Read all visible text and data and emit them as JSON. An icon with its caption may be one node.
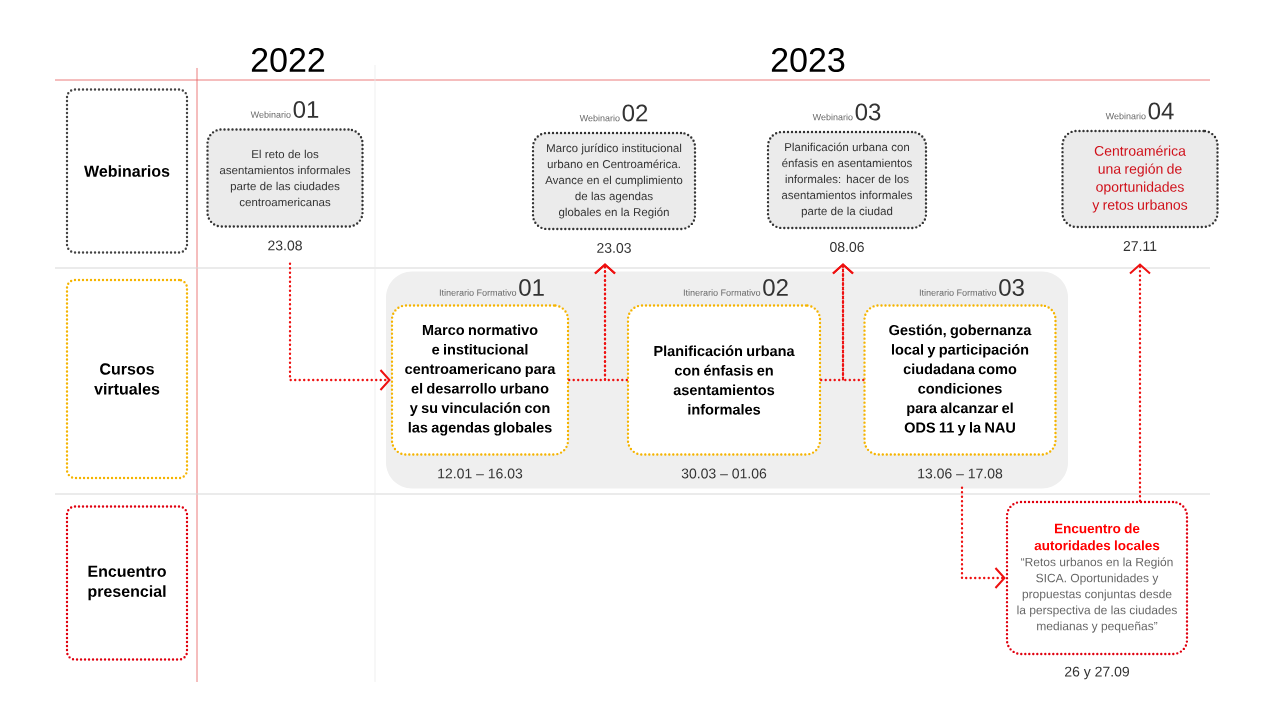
{
  "diagram": {
    "nodes": [
      {
        "text": [
          "Webinarios"
        ]
      },
      {
        "text": [
          "Cursos virtuales"
        ]
      },
      {
        "text": [
          "Encuentro presencial"
        ]
      },
      {
        "text": [
          "Webinario",
          "01",
          "El reto de los asentamientos informales parte de las ciudades centroamericanas"
        ],
        "beside": [
          "23.08"
        ]
      },
      {
        "text": [
          "Webinario",
          "02",
          "Marco jurídico institucional urbano en Centroamérica. Avance en el cumplimiento de las agendas globales en la Región"
        ],
        "beside": [
          "23.03"
        ]
      },
      {
        "text": [
          "Webinario",
          "03",
          "Planificación urbana con énfasis en asentamientos informales: hacer de los asentamientos informales parte de la ciudad"
        ],
        "beside": [
          "08.06"
        ]
      },
      {
        "text": [
          "Webinario",
          "04",
          "Centroamérica una región de oportunidades y retos urbanos"
        ],
        "beside": [
          "27.11"
        ]
      },
      {
        "text": [],
        "shape": "box"
      },
      {
        "text": [
          "Itinerario Formativo",
          "01",
          "Marco normativo e institucional centroamericano para el desarrollo urbano y su vinculación con las agendas globales"
        ],
        "beside": [
          "12.01 – 16.03"
        ],
        "in": 7
      },
      {
        "text": [
          "Itinerario Formativo",
          "02",
          "Planificación urbana con énfasis en asentamientos informales"
        ],
        "beside": [
          "30.03 – 01.06"
        ],
        "in": 7
      },
      {
        "text": [
          "Itinerario Formativo",
          "03",
          "Gestión, gobernanza local y participación ciudadana como condiciones para alcanzar el ODS 11 y la NAU"
        ],
        "beside": [
          "13.06 – 17.08"
        ],
        "in": 7
      },
      {
        "text": [
          "Encuentro de autoridades locales",
          "“Retos urbanos en la Región SICA. Oportunidades y propuestas conjuntas desde la perspectiva de las ciudades medianas y pequeñas”"
        ],
        "beside": [
          "26 y 27.09"
        ]
      }
    ],
    "edges": [
      {
        "from": 3,
        "to": 8,
        "arrow": "to"
      },
      {
        "from": 8,
        "to": 4,
        "arrow": "to"
      },
      {
        "from": 9,
        "to": 4,
        "arrow": "to"
      },
      {
        "from": 9,
        "to": 5,
        "arrow": "to"
      },
      {
        "from": 10,
        "to": 5,
        "arrow": "to"
      },
      {
        "from": 10,
        "to": 11,
        "arrow": "to"
      },
      {
        "from": 11,
        "to": 6,
        "arrow": "to"
      }
    ],
    "labels": [
      "2022",
      "2023"
    ]
  }
}
